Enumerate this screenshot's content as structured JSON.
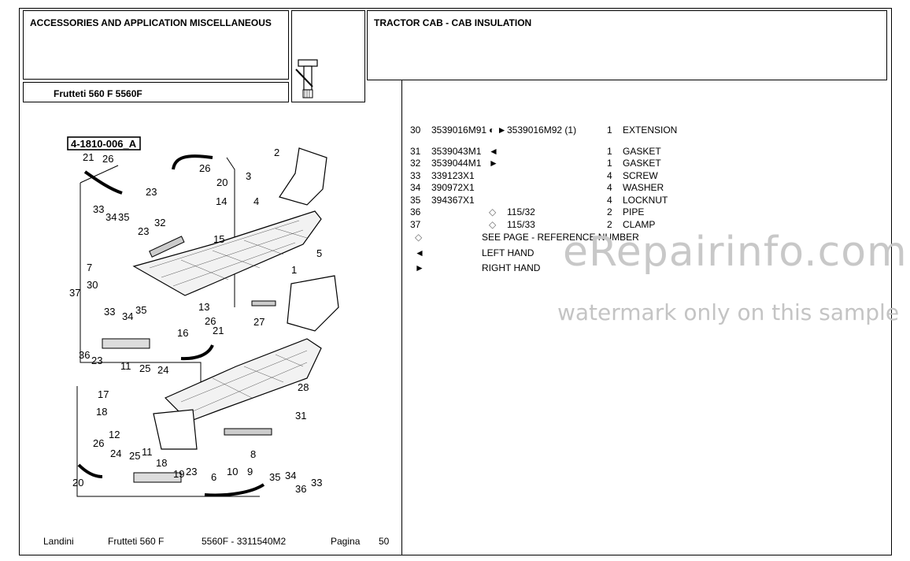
{
  "header": {
    "section_title": "ACCESSORIES AND APPLICATION MISCELLANEOUS",
    "model": "Frutteti 560 F 5560F",
    "group_title": "TRACTOR CAB - CAB INSULATION"
  },
  "diagram": {
    "code": "4-1810-006_A",
    "callouts": [
      "1",
      "2",
      "3",
      "4",
      "5",
      "6",
      "7",
      "8",
      "9",
      "10",
      "11",
      "12",
      "13",
      "14",
      "15",
      "16",
      "17",
      "18",
      "19",
      "20",
      "21",
      "23",
      "24",
      "25",
      "26",
      "27",
      "28",
      "30",
      "31",
      "32",
      "33",
      "34",
      "35",
      "36",
      "37"
    ]
  },
  "parts": [
    {
      "no": "30",
      "part": "3539016M91",
      "sym": "◐ ►",
      "alt": "3539016M92  (1)",
      "qty": "1",
      "desc": "EXTENSION"
    },
    {
      "no": "31",
      "part": "3539043M1",
      "sym": "◄",
      "alt": "",
      "qty": "1",
      "desc": "GASKET"
    },
    {
      "no": "32",
      "part": "3539044M1",
      "sym": "►",
      "alt": "",
      "qty": "1",
      "desc": "GASKET"
    },
    {
      "no": "33",
      "part": "339123X1",
      "sym": "",
      "alt": "",
      "qty": "4",
      "desc": "SCREW"
    },
    {
      "no": "34",
      "part": "390972X1",
      "sym": "",
      "alt": "",
      "qty": "4",
      "desc": "WASHER"
    },
    {
      "no": "35",
      "part": "394367X1",
      "sym": "",
      "alt": "",
      "qty": "4",
      "desc": "LOCKNUT"
    },
    {
      "no": "36",
      "part": "",
      "sym": "",
      "alt": "115/32",
      "qty": "2",
      "desc": "PIPE"
    },
    {
      "no": "37",
      "part": "",
      "sym": "",
      "alt": "115/33",
      "qty": "2",
      "desc": "CLAMP"
    }
  ],
  "legend": [
    {
      "sym": "◇",
      "text": "SEE PAGE - REFERENCE NUMBER"
    },
    {
      "sym": "◄",
      "text": "LEFT HAND"
    },
    {
      "sym": "►",
      "text": "RIGHT HAND"
    }
  ],
  "footer": {
    "brand": "Landini",
    "model": "Frutteti 560 F",
    "code": "5560F - 3311540M2",
    "page_label": "Pagina",
    "page_no": "50"
  },
  "watermark": {
    "site": "eRepairinfo.com",
    "note": "watermark only on this sample"
  }
}
